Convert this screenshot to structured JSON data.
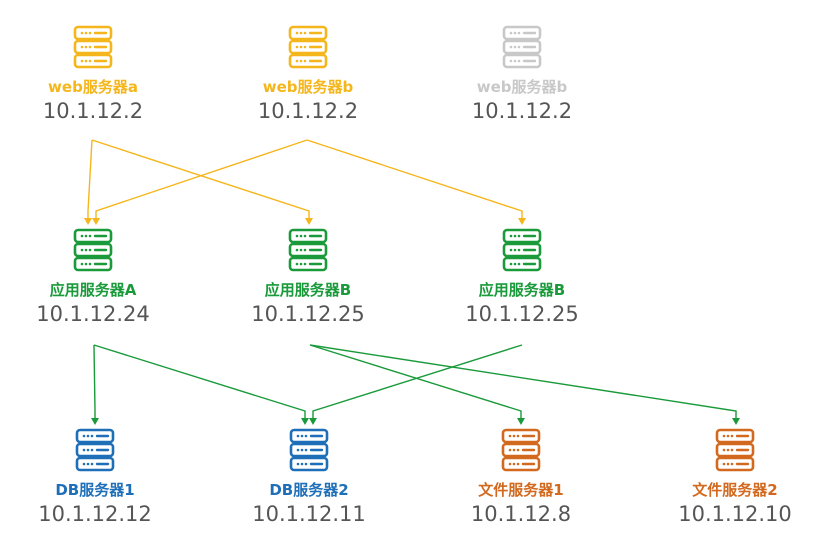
{
  "colors": {
    "web": "#f5b61c",
    "web_disabled": "#c8c8c8",
    "app": "#1a9a3a",
    "db": "#1f6fb8",
    "file": "#d2691e",
    "ip_text": "#555555"
  },
  "icon": "server-icon",
  "nodes": {
    "web_a": {
      "name": "web服务器a",
      "ip": "10.1.12.2",
      "color": "#f5b61c"
    },
    "web_b": {
      "name": "web服务器b",
      "ip": "10.1.12.2",
      "color": "#f5b61c"
    },
    "web_b2": {
      "name": "web服务器b",
      "ip": "10.1.12.2",
      "color": "#c8c8c8"
    },
    "app_a": {
      "name": "应用服务器A",
      "ip": "10.1.12.24",
      "color": "#1a9a3a"
    },
    "app_b": {
      "name": "应用服务器B",
      "ip": "10.1.12.25",
      "color": "#1a9a3a"
    },
    "app_b2": {
      "name": "应用服务器B",
      "ip": "10.1.12.25",
      "color": "#1a9a3a"
    },
    "db_1": {
      "name": "DB服务器1",
      "ip": "10.1.12.12",
      "color": "#1f6fb8"
    },
    "db_2": {
      "name": "DB服务器2",
      "ip": "10.1.12.11",
      "color": "#1f6fb8"
    },
    "file_1": {
      "name": "文件服务器1",
      "ip": "10.1.12.8",
      "color": "#d2691e"
    },
    "file_2": {
      "name": "文件服务器2",
      "ip": "10.1.12.10",
      "color": "#d2691e"
    }
  },
  "connections": [
    {
      "from": "web_a",
      "to": "app_a",
      "color": "#f5b61c"
    },
    {
      "from": "web_a",
      "to": "app_b",
      "color": "#f5b61c"
    },
    {
      "from": "web_b",
      "to": "app_a",
      "color": "#f5b61c"
    },
    {
      "from": "web_b",
      "to": "app_b2",
      "color": "#f5b61c"
    },
    {
      "from": "app_a",
      "to": "db_1",
      "color": "#1a9a3a"
    },
    {
      "from": "app_a",
      "to": "db_2",
      "color": "#1a9a3a"
    },
    {
      "from": "app_b",
      "to": "file_1",
      "color": "#1a9a3a"
    },
    {
      "from": "app_b",
      "to": "file_2",
      "color": "#1a9a3a"
    },
    {
      "from": "app_b2",
      "to": "db_2",
      "color": "#1a9a3a"
    }
  ]
}
